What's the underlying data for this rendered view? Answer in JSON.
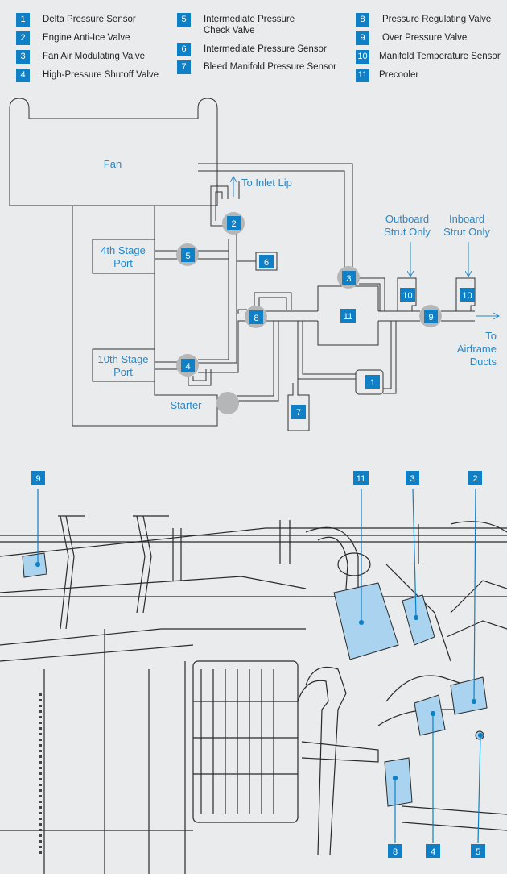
{
  "legend": [
    {
      "num": "1",
      "label": "Delta Pressure Sensor"
    },
    {
      "num": "2",
      "label": "Engine Anti-Ice Valve"
    },
    {
      "num": "3",
      "label": "Fan Air Modulating Valve"
    },
    {
      "num": "4",
      "label": "High-Pressure Shutoff Valve"
    },
    {
      "num": "5",
      "label": "Intermediate Pressure\nCheck Valve"
    },
    {
      "num": "6",
      "label": "Intermediate Pressure Sensor"
    },
    {
      "num": "7",
      "label": "Bleed Manifold Pressure Sensor"
    },
    {
      "num": "8",
      "label": "Pressure Regulating Valve"
    },
    {
      "num": "9",
      "label": "Over Pressure Valve"
    },
    {
      "num": "10",
      "label": "Manifold Temperature Sensor"
    },
    {
      "num": "11",
      "label": "Precooler"
    }
  ],
  "schematic": {
    "fan": "Fan",
    "to_inlet_lip": "To Inlet Lip",
    "port4_l1": "4th Stage",
    "port4_l2": "Port",
    "port10_l1": "10th Stage",
    "port10_l2": "Port",
    "starter": "Starter",
    "outboard_l1": "Outboard",
    "outboard_l2": "Strut Only",
    "inboard_l1": "Inboard",
    "inboard_l2": "Strut Only",
    "to_l1": "To",
    "to_l2": "Airframe",
    "to_l3": "Ducts"
  },
  "badges": {
    "n1": "1",
    "n2": "2",
    "n3": "3",
    "n4": "4",
    "n5": "5",
    "n6": "6",
    "n7": "7",
    "n8": "8",
    "n9": "9",
    "n10": "10",
    "n11": "11"
  },
  "colors": {
    "accent": "#0f80c6",
    "line": "#333333",
    "highlight": "#a9d3ef",
    "node": "#b4b6b8",
    "background": "#e9ebec"
  }
}
